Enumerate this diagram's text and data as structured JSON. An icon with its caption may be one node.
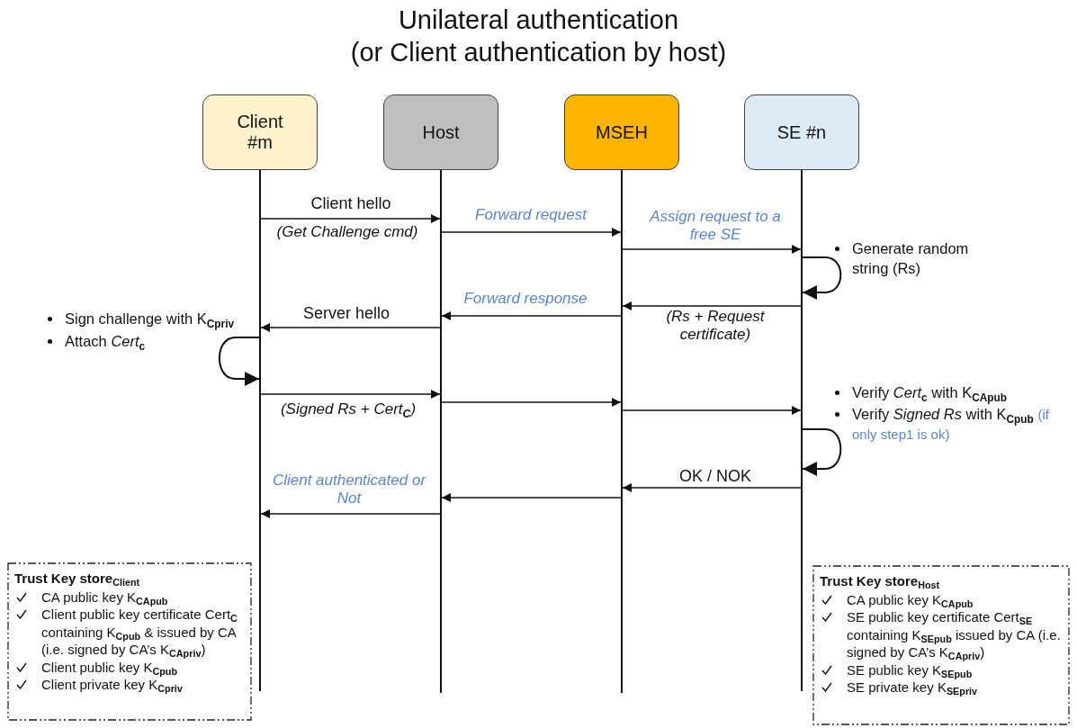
{
  "diagram": {
    "title": "Unilateral authentication",
    "nodes": [
      {
        "text": [
          "Client #m"
        ]
      },
      {
        "text": [
          "Host"
        ]
      },
      {
        "text": [
          "MSEH"
        ]
      },
      {
        "text": [
          "SE #n"
        ]
      },
      {
        "text": [
          "Trust Key store$_{Client}$",
          "CA public key K$_{CApub}$",
          "Client public key certificate Cert$_{C}$ containing K$_{Cpub}$ & issued by CA (i.e. signed by CA’s K$_{CApriv}$)",
          "Client public key K$_{Cpub}$",
          "Client private key K$_{Cpriv}$"
        ]
      },
      {
        "text": [
          "Trust Key store$_{Host}$",
          "CA public key K$_{CApub}$",
          "SE public key certificate Cert$_{SE}$ containing K$_{SEpub}$ issued by CA (i.e. signed by CA’s K$_{CApriv}$)",
          "SE public key K$_{SEpub}$",
          "SE private key K$_{SEpriv}$"
        ]
      },
      {
        "text": [],
        "shape": "bar"
      },
      {
        "text": [],
        "shape": "bar"
      },
      {
        "text": [],
        "shape": "bar"
      },
      {
        "text": [],
        "shape": "bar"
      }
    ],
    "edges": [
      {
        "from": 6,
        "to": 7,
        "arrow": "to",
        "label": "Client hello"
      },
      {
        "from": 7,
        "to": 8,
        "arrow": "to",
        "label": "Forward request"
      },
      {
        "from": 8,
        "to": 9,
        "arrow": "to",
        "label": "Assign request to a free SE"
      },
      {
        "from": 9,
        "to": 9,
        "arrow": "to"
      },
      {
        "from": 9,
        "to": 8,
        "arrow": "to",
        "label": "(Rs + Request certificate)"
      },
      {
        "from": 8,
        "to": 7,
        "arrow": "to",
        "label": "Forward response"
      },
      {
        "from": 7,
        "to": 6,
        "arrow": "to",
        "label": "Server hello"
      },
      {
        "from": 6,
        "to": 6,
        "arrow": "to"
      },
      {
        "from": 6,
        "to": 7,
        "arrow": "to",
        "label": "(Signed Rs + Cert$_{C}$)"
      },
      {
        "from": 7,
        "to": 8,
        "arrow": "to"
      },
      {
        "from": 8,
        "to": 9,
        "arrow": "to"
      },
      {
        "from": 9,
        "to": 9,
        "arrow": "to"
      },
      {
        "from": 9,
        "to": 8,
        "arrow": "to",
        "label": "OK / NOK"
      },
      {
        "from": 8,
        "to": 7,
        "arrow": "to"
      },
      {
        "from": 7,
        "to": 6,
        "arrow": "to",
        "label": "Client authenticated or Not"
      }
    ],
    "labels": [
      "(or Client authentication by host)",
      "(Get Challenge cmd)",
      "Generate random string (Rs)",
      "Sign challenge with K$_{Cpriv}$",
      "Attach *Cert*$_{c}$",
      "Verify *Cert*$_{c}$ with K$_{CApub}$",
      "Verify *Signed Rs* with K$_{Cpub}$",
      "(if only step1 is ok)"
    ]
  }
}
